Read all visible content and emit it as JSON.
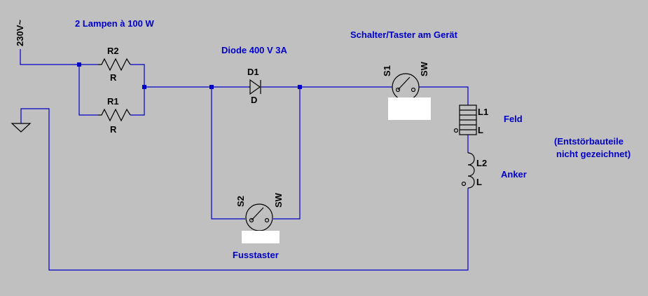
{
  "notes": {
    "lamps": "2 Lampen à 100 W",
    "diode": "Diode 400 V  3A",
    "switch_device": "Schalter/Taster am Gerät",
    "field": "Feld",
    "armature": "Anker",
    "interference_line1": "(Entstörbauteile",
    "interference_line2": "nicht gezeichnet)",
    "foot_switch": "Fusstaster"
  },
  "components": {
    "source": {
      "label": "230V~"
    },
    "r2": {
      "ref": "R2",
      "value": "R"
    },
    "r1": {
      "ref": "R1",
      "value": "R"
    },
    "d1": {
      "ref": "D1",
      "value": "D"
    },
    "s1": {
      "ref": "S1",
      "value": "SW"
    },
    "s2": {
      "ref": "S2",
      "value": "SW"
    },
    "l1": {
      "ref": "L1",
      "value": "L"
    },
    "l2": {
      "ref": "L2",
      "value": "L"
    }
  },
  "colors": {
    "background": "#c0c0c0",
    "wire": "#0000c8",
    "symbol": "#000000",
    "note_text": "#0000c8"
  }
}
